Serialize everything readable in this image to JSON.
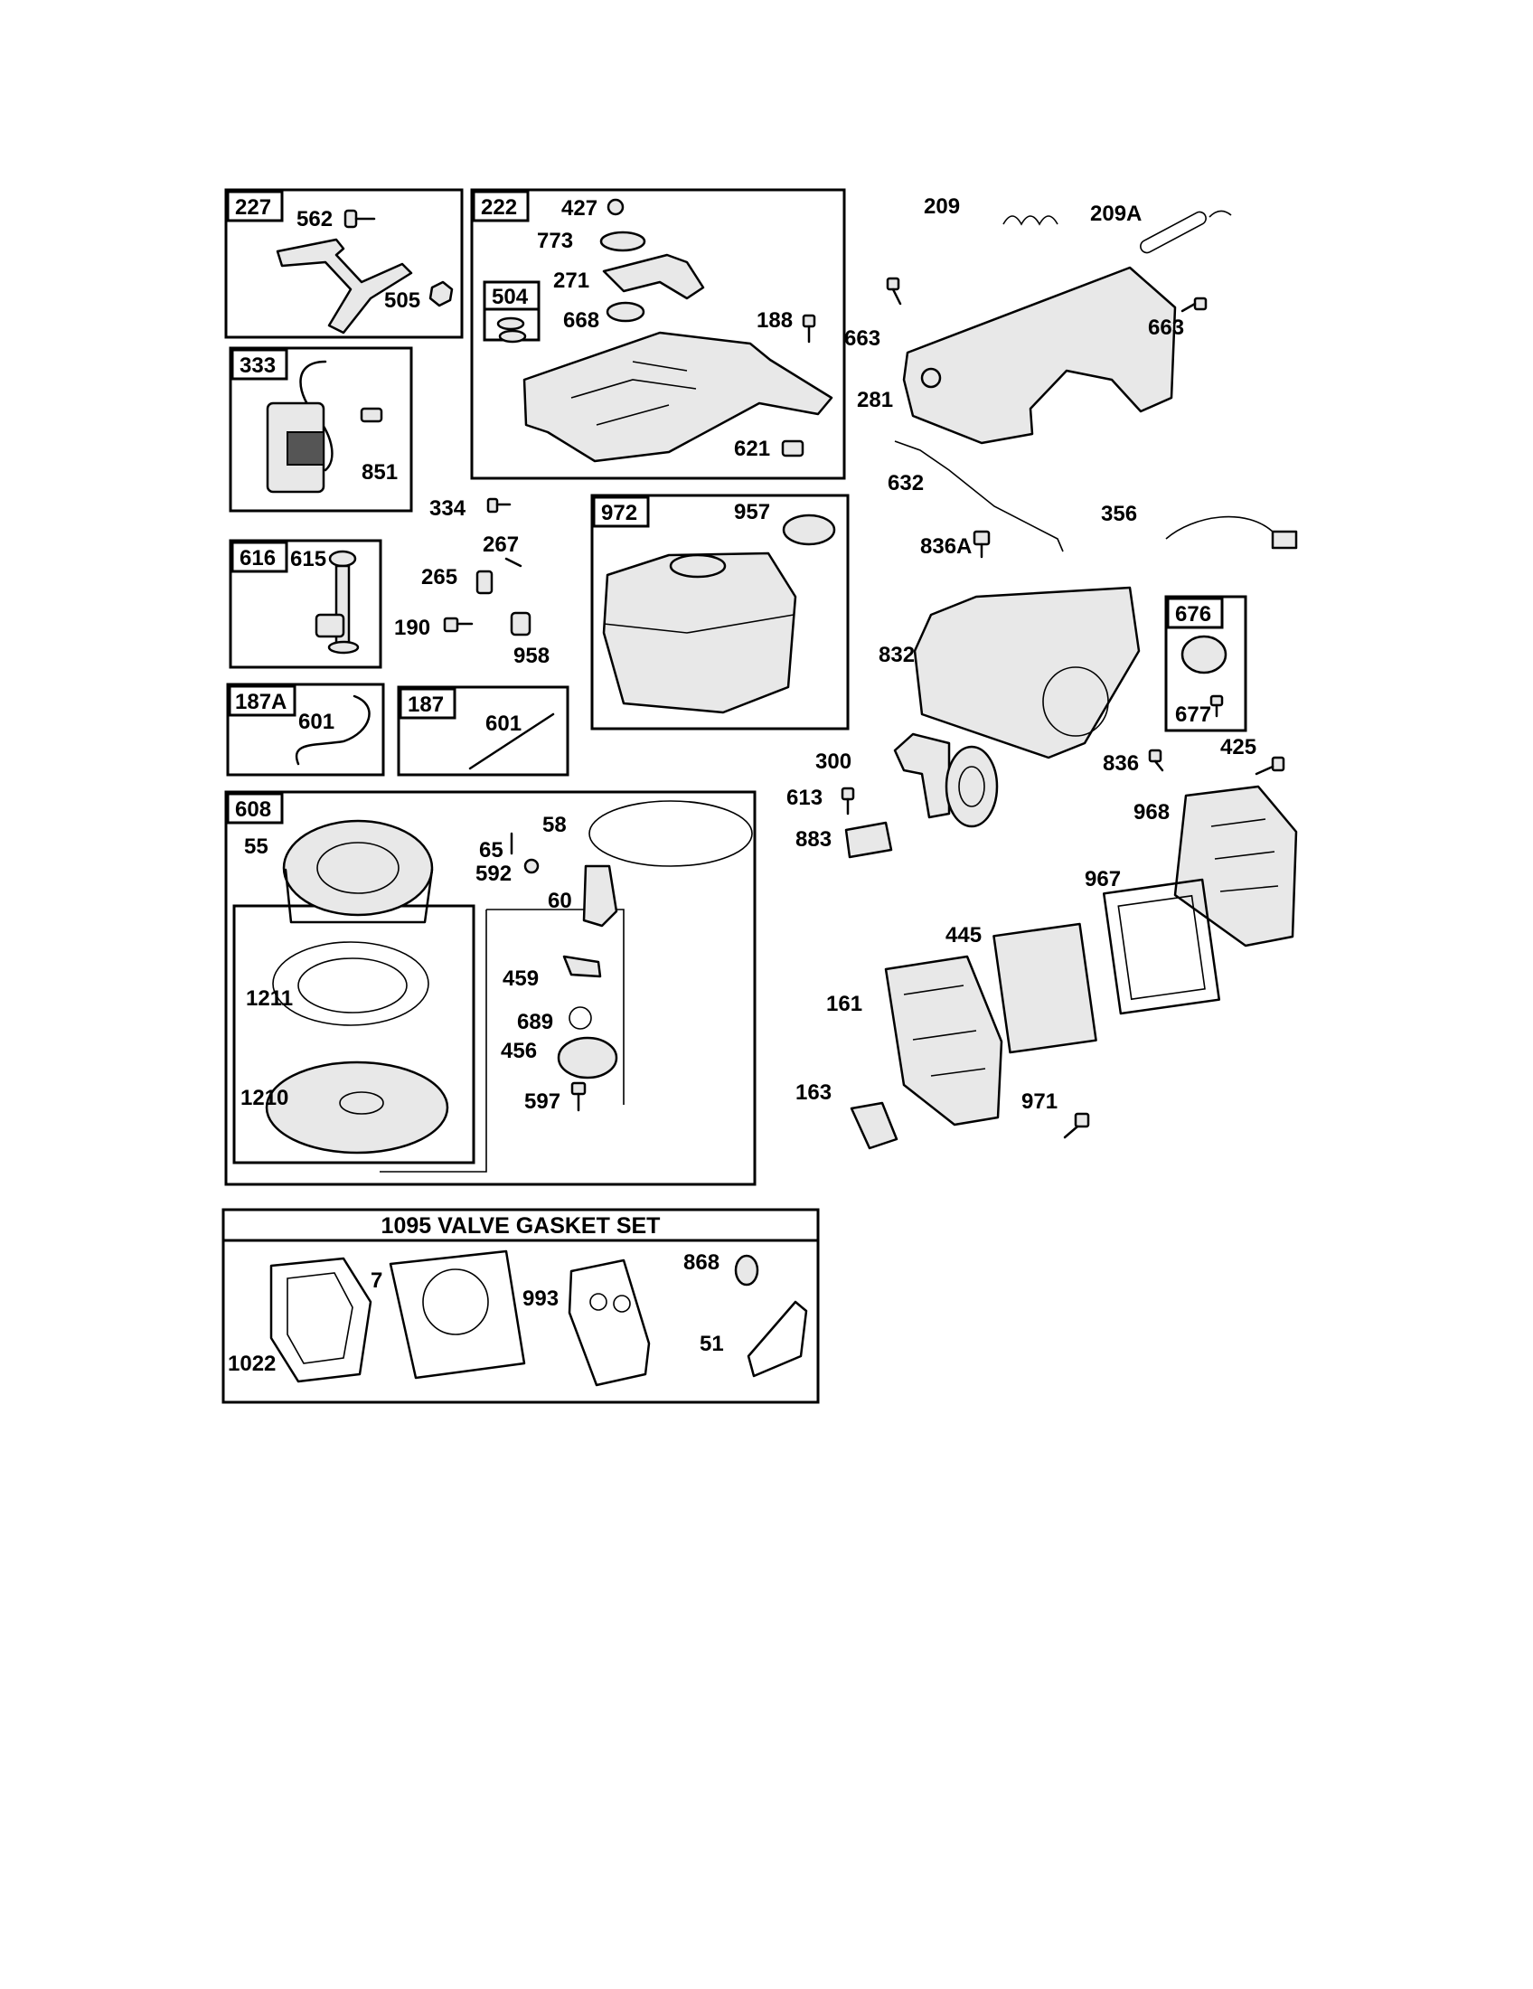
{
  "groups": {
    "g227": "227",
    "g222": "222",
    "g504": "504",
    "g333": "333",
    "g972": "972",
    "g616": "616",
    "g187a": "187A",
    "g187": "187",
    "g608": "608",
    "g676": "676"
  },
  "valve_gasket_set": {
    "title": "1095 VALVE GASKET SET"
  },
  "callouts": {
    "c562": "562",
    "c505": "505",
    "c427": "427",
    "c773": "773",
    "c271": "271",
    "c668": "668",
    "c188": "188",
    "c621": "621",
    "c851": "851",
    "c334": "334",
    "c267": "267",
    "c265": "265",
    "c190": "190",
    "c958": "958",
    "c957": "957",
    "c615": "615",
    "c601a": "601",
    "c601b": "601",
    "c55": "55",
    "c65": "65",
    "c58": "58",
    "c592": "592",
    "c60": "60",
    "c1211": "1211",
    "c1210": "1210",
    "c459": "459",
    "c689": "689",
    "c456": "456",
    "c597": "597",
    "c209": "209",
    "c209a": "209A",
    "c663a": "663",
    "c663b": "663",
    "c281": "281",
    "c632": "632",
    "c356": "356",
    "c836a": "836A",
    "c832": "832",
    "c677": "677",
    "c836": "836",
    "c425": "425",
    "c300": "300",
    "c613": "613",
    "c883": "883",
    "c968": "968",
    "c967": "967",
    "c445": "445",
    "c161": "161",
    "c163": "163",
    "c971": "971",
    "c1022": "1022",
    "c7": "7",
    "c993": "993",
    "c868": "868",
    "c51": "51"
  }
}
